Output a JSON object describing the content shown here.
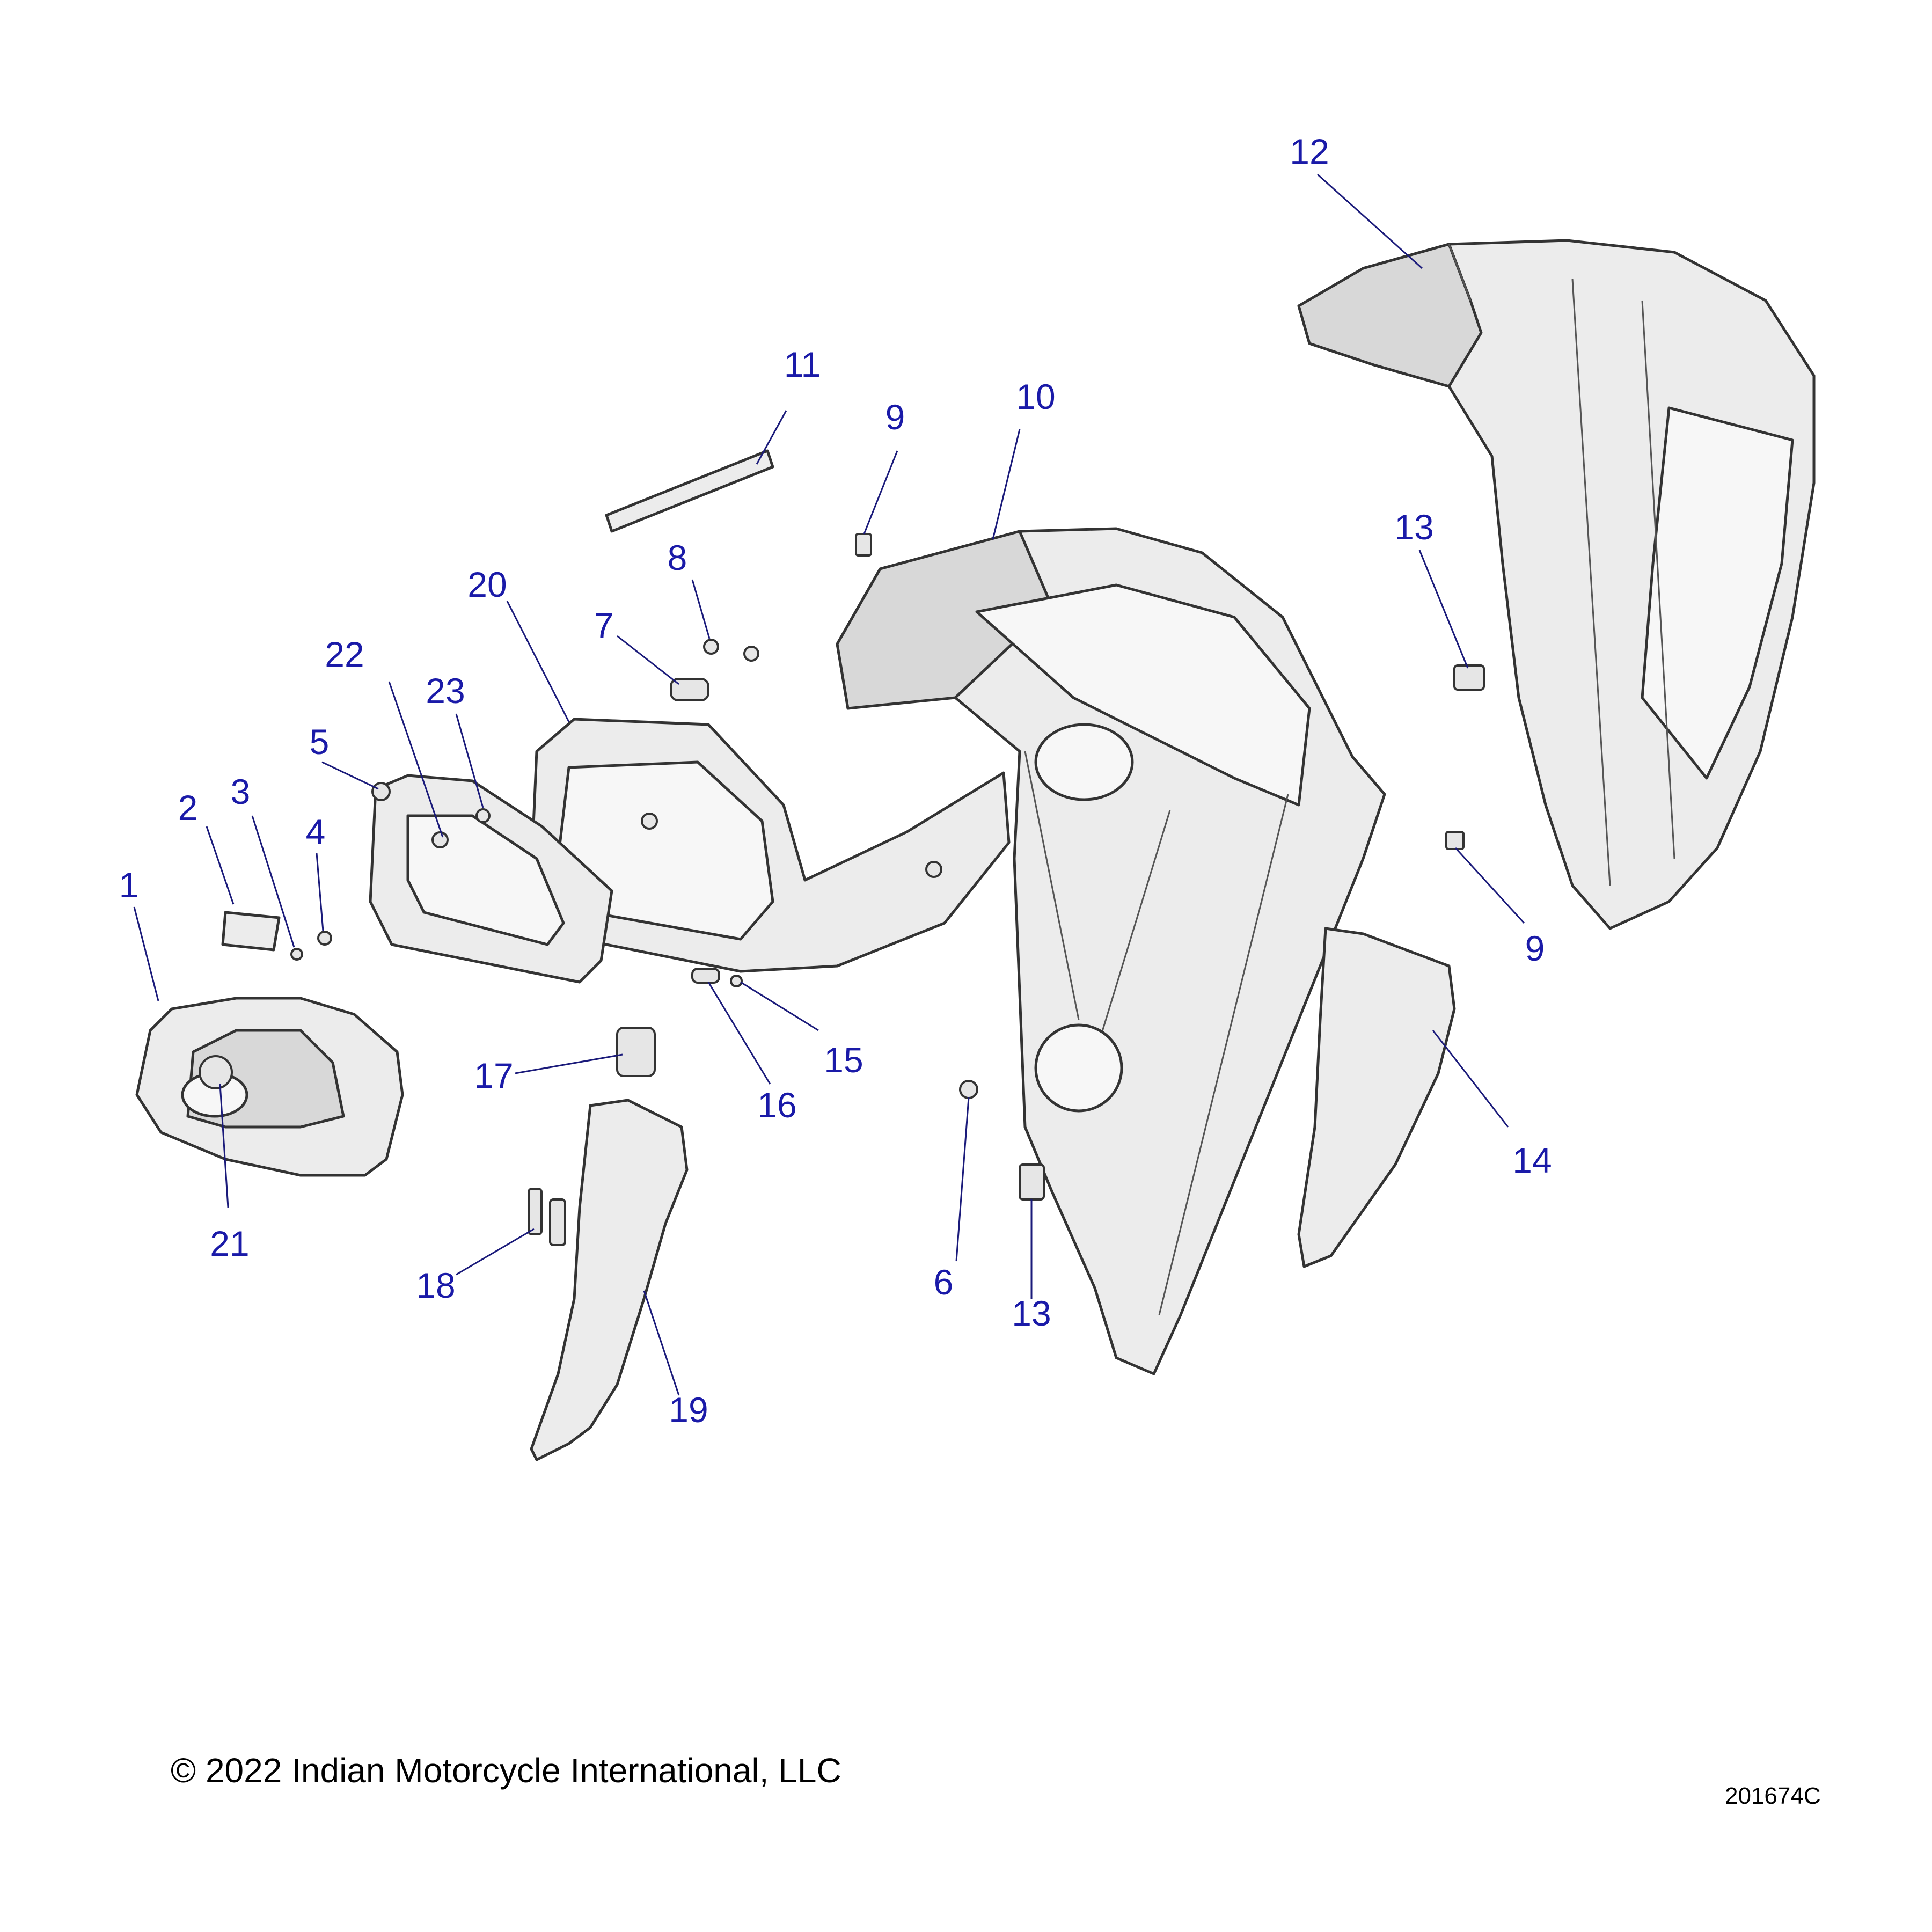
{
  "callouts": {
    "c1": "1",
    "c2": "2",
    "c3": "3",
    "c4": "4",
    "c5": "5",
    "c6": "6",
    "c7": "7",
    "c8": "8",
    "c9a": "9",
    "c9b": "9",
    "c10": "10",
    "c11": "11",
    "c12": "12",
    "c13a": "13",
    "c13b": "13",
    "c14": "14",
    "c15": "15",
    "c16": "16",
    "c17": "17",
    "c18": "18",
    "c19": "19",
    "c20": "20",
    "c21": "21",
    "c22": "22",
    "c23": "23"
  },
  "footer": {
    "copyright": "© 2022 Indian Motorcycle International, LLC",
    "diagram_id": "201674C"
  },
  "colors": {
    "callout": "#1a1aa8",
    "leader": "#1a1a7a",
    "outline": "#333333"
  }
}
